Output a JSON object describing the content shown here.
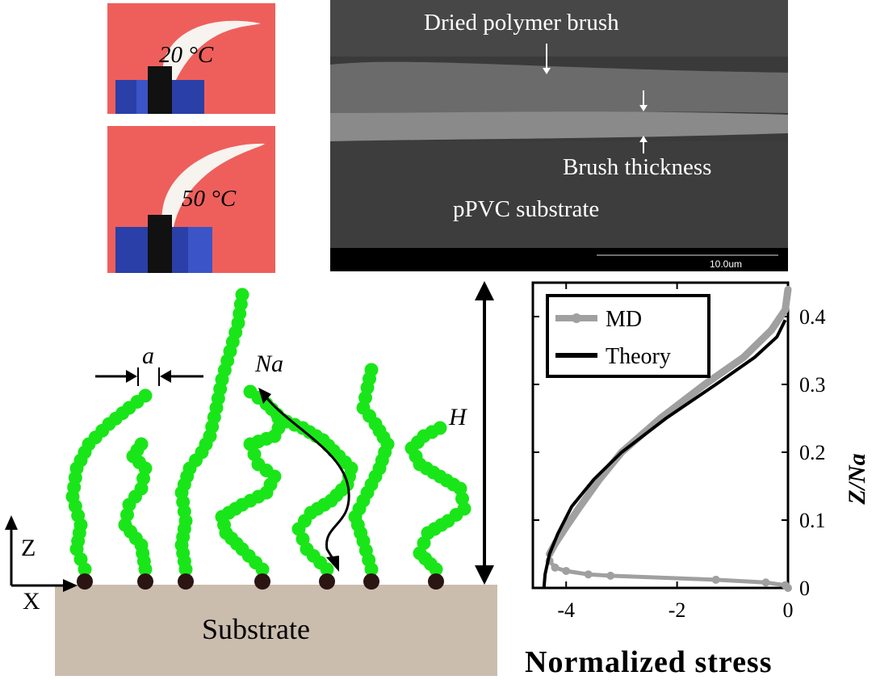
{
  "photos": [
    {
      "temp_label": "20 °C"
    },
    {
      "temp_label": "50 °C"
    }
  ],
  "sem": {
    "label_brush": "Dried polymer brush",
    "label_thickness": "Brush thickness",
    "label_substrate": "pPVC substrate",
    "scale_bar": "10.0um"
  },
  "schematic": {
    "label_a": "a",
    "label_Na": "Na",
    "label_H": "H",
    "axis_z": "Z",
    "axis_x": "X",
    "substrate_label": "Substrate",
    "colors": {
      "bead": "#19e619",
      "anchor": "#2a1512",
      "substrate": "#cbbdae"
    }
  },
  "chart_data": {
    "type": "line",
    "xlabel": "Normalized stress",
    "ylabel": "Z/Na",
    "xlim": [
      -4.6,
      0
    ],
    "ylim": [
      0,
      0.45
    ],
    "xticks": [
      "-4",
      "-2",
      "0"
    ],
    "yticks": [
      "0",
      "0.1",
      "0.2",
      "0.3",
      "0.4"
    ],
    "legend_position": "top-left",
    "series": [
      {
        "name": "MD",
        "color": "#a0a0a0",
        "points": [
          [
            0,
            0.44
          ],
          [
            -0.05,
            0.41
          ],
          [
            -0.3,
            0.38
          ],
          [
            -0.8,
            0.34
          ],
          [
            -1.5,
            0.3
          ],
          [
            -2.3,
            0.25
          ],
          [
            -3.0,
            0.2
          ],
          [
            -3.4,
            0.16
          ],
          [
            -3.75,
            0.12
          ],
          [
            -4.0,
            0.09
          ],
          [
            -4.2,
            0.065
          ],
          [
            -4.3,
            0.05
          ]
        ],
        "markers": [
          [
            -4.3,
            0.04
          ],
          [
            -4.2,
            0.03
          ],
          [
            -4.0,
            0.025
          ],
          [
            -3.6,
            0.02
          ],
          [
            -3.2,
            0.018
          ],
          [
            -1.3,
            0.012
          ],
          [
            -0.4,
            0.008
          ],
          [
            -0.05,
            0.004
          ],
          [
            0,
            0.0
          ]
        ]
      },
      {
        "name": "Theory",
        "color": "#000000",
        "points": [
          [
            -0.05,
            0.395
          ],
          [
            -0.2,
            0.37
          ],
          [
            -0.6,
            0.34
          ],
          [
            -1.3,
            0.3
          ],
          [
            -2.2,
            0.25
          ],
          [
            -3.0,
            0.2
          ],
          [
            -3.5,
            0.16
          ],
          [
            -3.9,
            0.12
          ],
          [
            -4.15,
            0.08
          ],
          [
            -4.3,
            0.05
          ],
          [
            -4.38,
            0.02
          ],
          [
            -4.4,
            0.0
          ]
        ]
      }
    ]
  }
}
